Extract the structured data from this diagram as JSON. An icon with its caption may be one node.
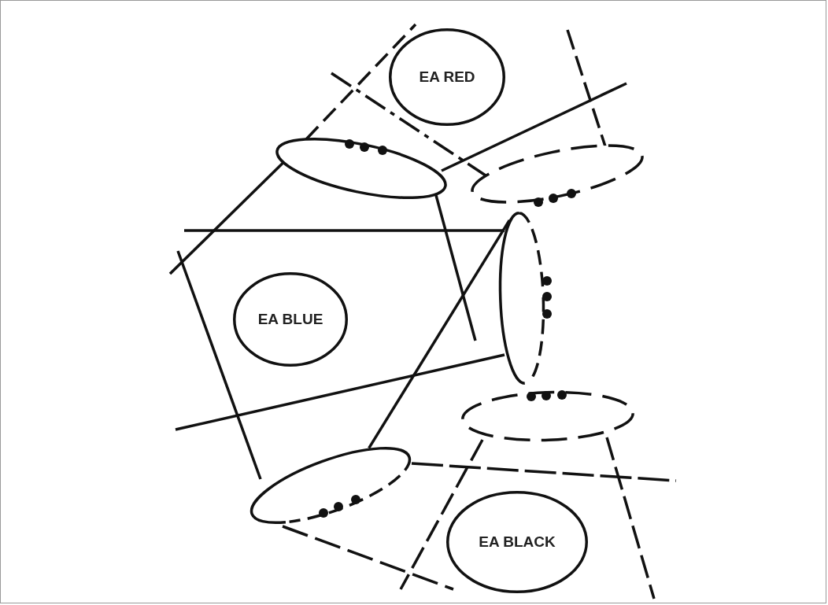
{
  "diagram": {
    "nodes": [
      {
        "text": [
          "EA RED"
        ]
      },
      {
        "text": [],
        "shape": "ellipse"
      },
      {
        "text": [],
        "shape": "ellipse"
      },
      {
        "text": [],
        "shape": "ellipse"
      },
      {
        "text": [
          "EA BLUE"
        ]
      },
      {
        "text": [],
        "shape": "ellipse"
      },
      {
        "text": [],
        "shape": "ellipse"
      },
      {
        "text": [
          "EA BLACK"
        ]
      }
    ],
    "edges": [
      {
        "from": 3,
        "to": 6,
        "arrow": "none"
      }
    ]
  }
}
